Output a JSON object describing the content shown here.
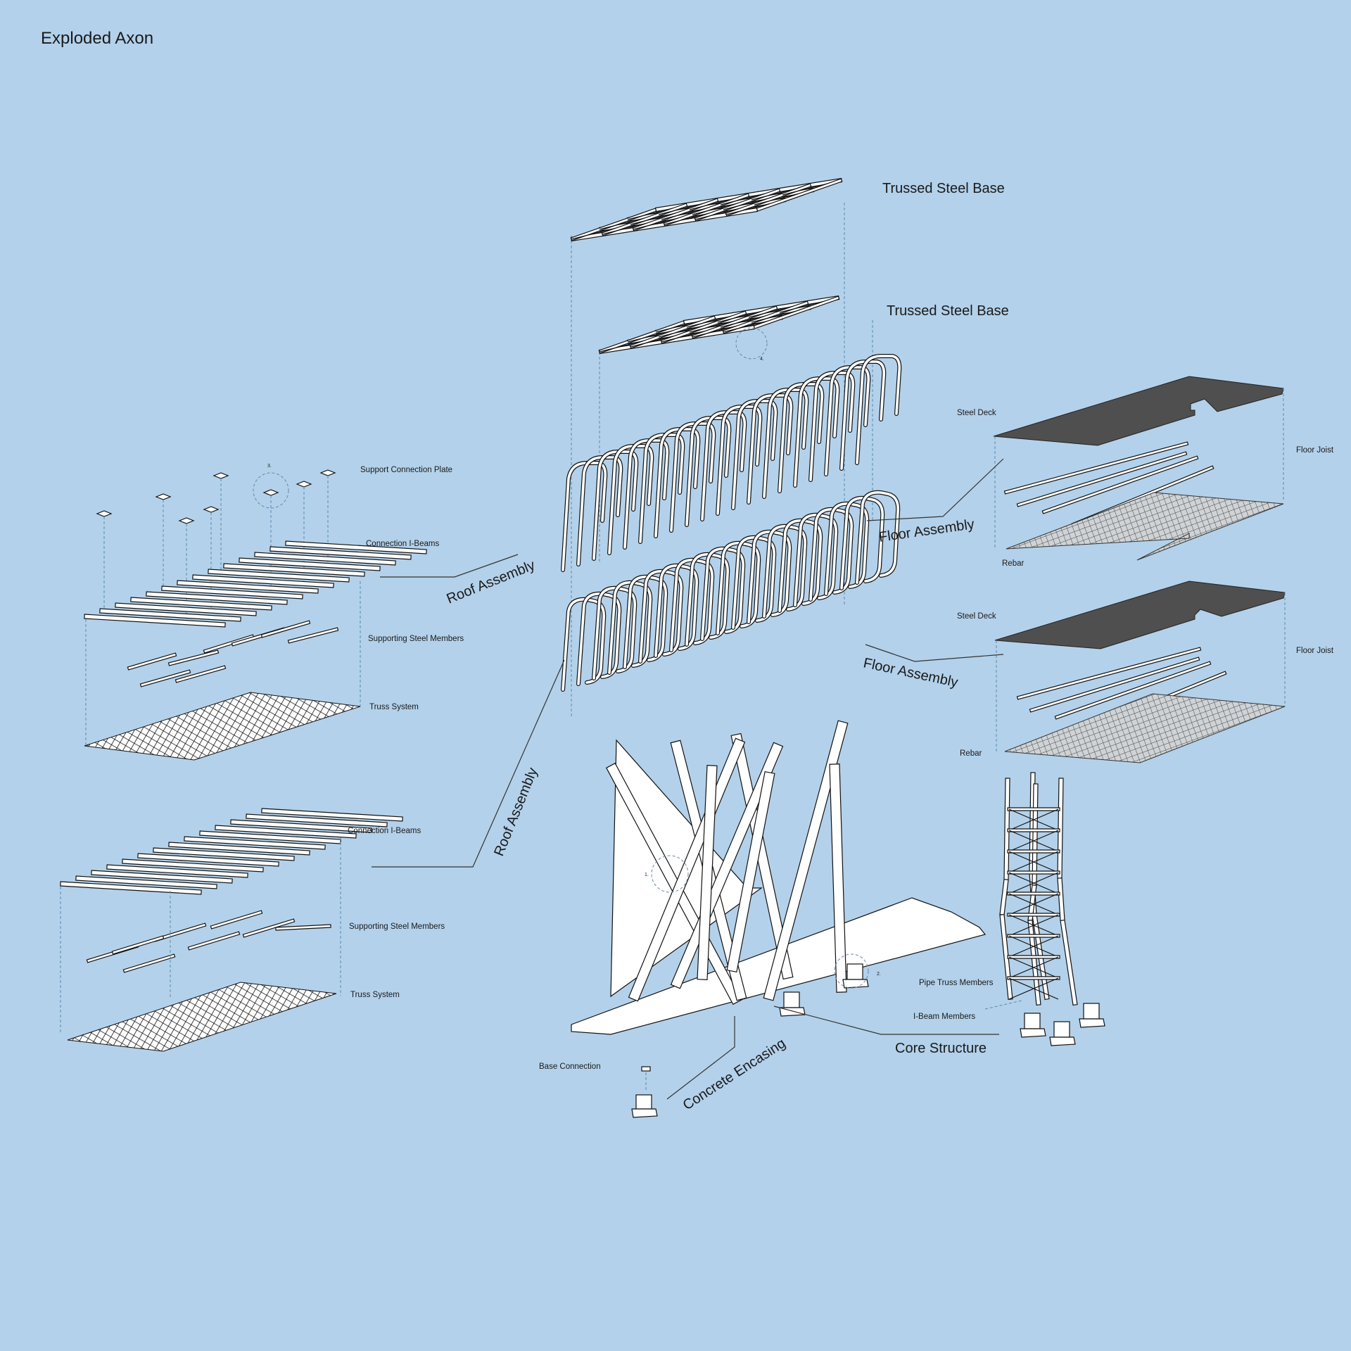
{
  "title": "Exploded Axon",
  "labels": {
    "trussed_steel_base_1": "Trussed Steel Base",
    "trussed_steel_base_2": "Trussed Steel Base",
    "support_connection_plate": "Support Connection Plate",
    "connection_i_beams_1": "Connection I-Beams",
    "supporting_steel_members_1": "Supporting Steel Members",
    "truss_system_1": "Truss System",
    "roof_assembly_1": "Roof Assembly",
    "roof_assembly_2": "Roof Assembly",
    "connection_i_beams_2": "Connection I-Beams",
    "supporting_steel_members_2": "Supporting Steel Members",
    "truss_system_2": "Truss System",
    "steel_deck_1": "Steel Deck",
    "floor_joist_1": "Floor Joist",
    "rebar_1": "Rebar",
    "floor_assembly_1": "Floor Assembly",
    "steel_deck_2": "Steel Deck",
    "floor_joist_2": "Floor Joist",
    "rebar_2": "Rebar",
    "floor_assembly_2": "Floor Assembly",
    "pipe_truss_members": "Pipe Truss Members",
    "i_beam_members": "I-Beam Members",
    "core_structure": "Core Structure",
    "concrete_encasing": "Concrete Encasing",
    "base_connection": "Base Connection"
  },
  "detail_markers": {
    "d1": "1.",
    "d2": "2.",
    "d3": "3.",
    "d4": "4."
  },
  "colors": {
    "background": "#b3d1ea",
    "deck": "#4f4f4f",
    "line": "#111111"
  }
}
